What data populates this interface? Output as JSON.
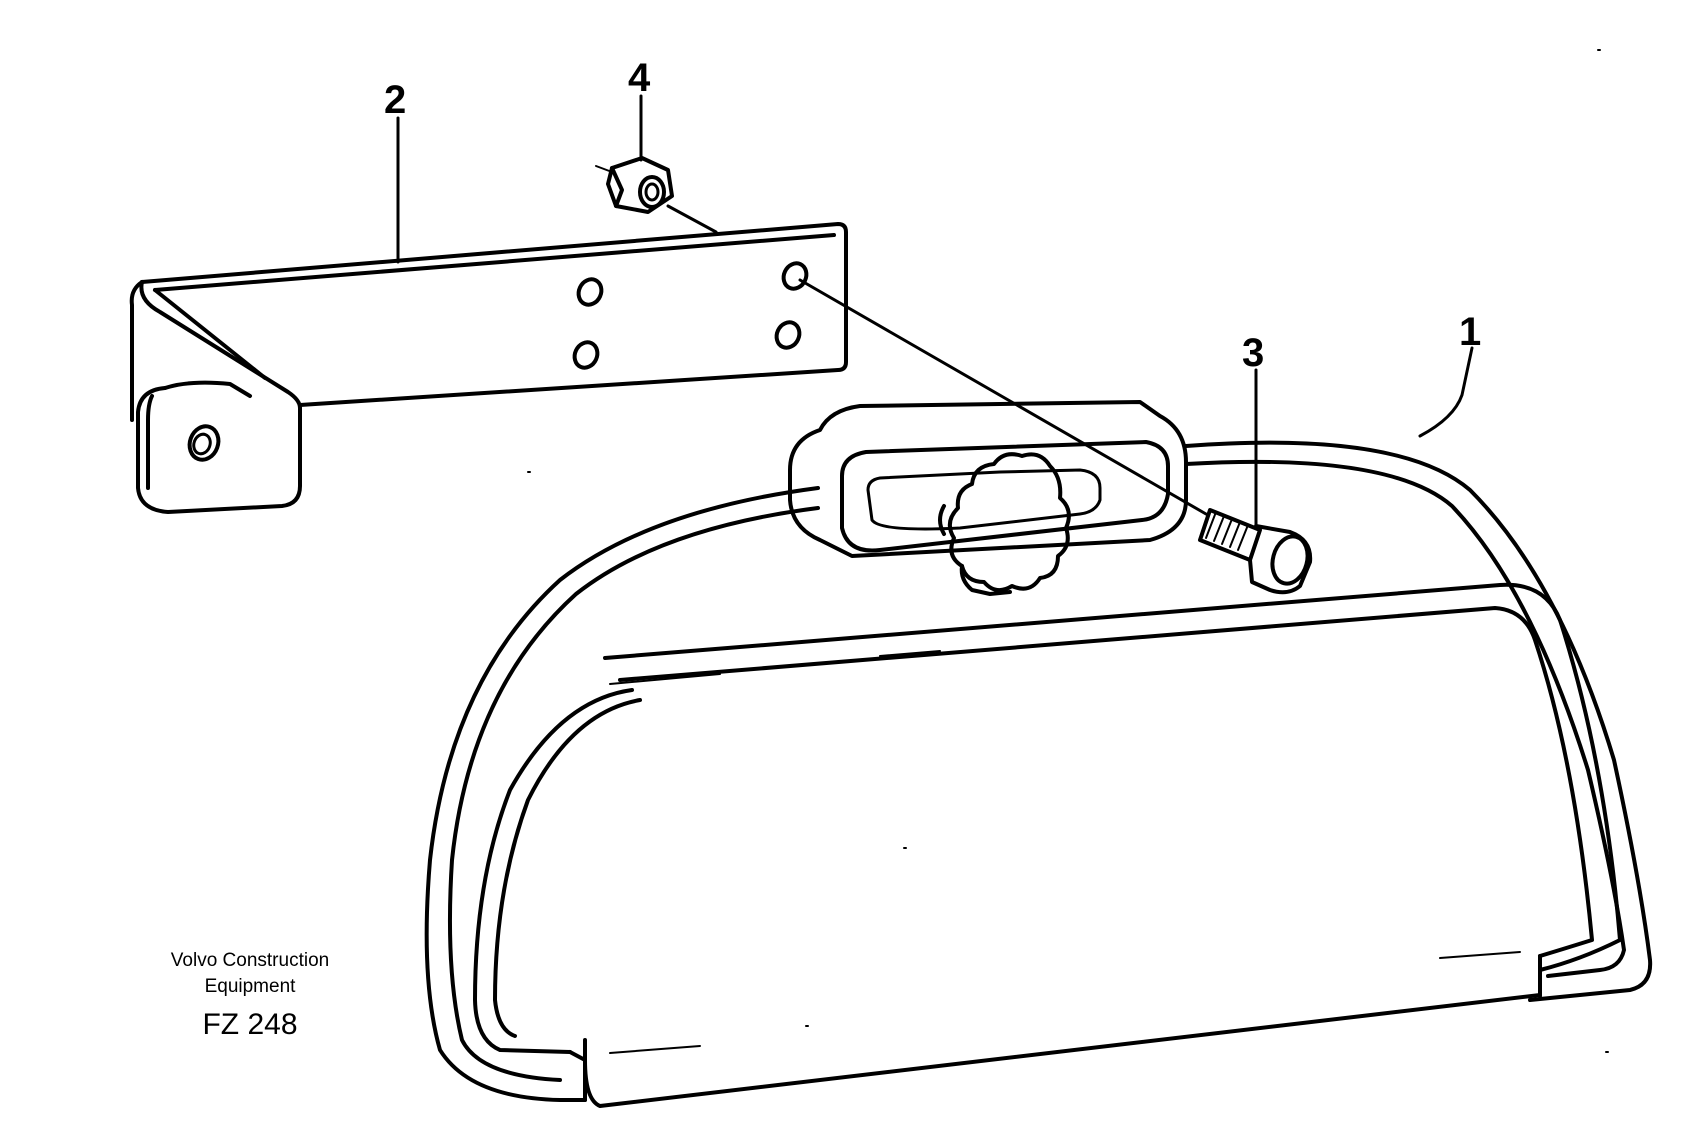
{
  "callouts": {
    "part1": "1",
    "part2": "2",
    "part3": "3",
    "part4": "4"
  },
  "caption": {
    "maker_line1": "Volvo Construction",
    "maker_line2": "Equipment",
    "figure_code": "FZ 248"
  },
  "parts": [
    {
      "id": "1",
      "name": "mirror"
    },
    {
      "id": "2",
      "name": "mounting-bracket"
    },
    {
      "id": "3",
      "name": "bolt"
    },
    {
      "id": "4",
      "name": "nut"
    }
  ],
  "colors": {
    "line": "#000000",
    "background": "#ffffff"
  }
}
